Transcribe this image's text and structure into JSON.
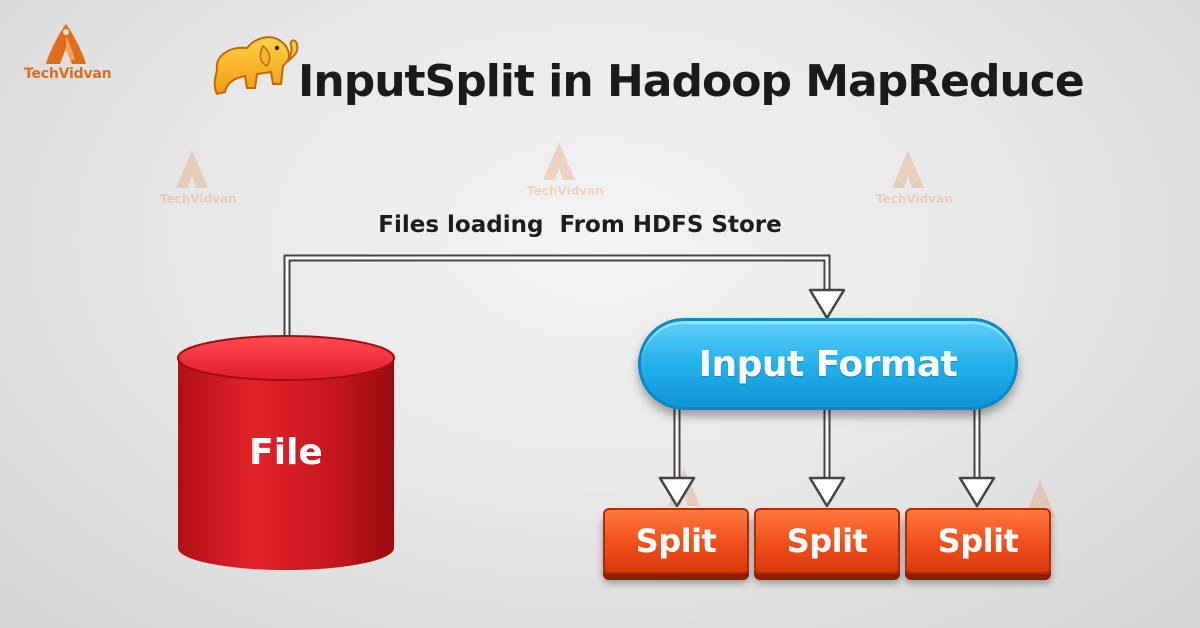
{
  "brand": {
    "name": "TechVidvan",
    "mark_color": "#e06c1c"
  },
  "title": "InputSplit in Hadoop MapReduce",
  "connector": {
    "label": "Files loading  From HDFS Store"
  },
  "storage": {
    "label": "File",
    "color": "#d0191f"
  },
  "input_format": {
    "label": "Input Format",
    "color": "#23b2ec"
  },
  "splits": [
    {
      "label": "Split"
    },
    {
      "label": "Split"
    },
    {
      "label": "Split"
    }
  ],
  "split_color": "#f04e1a",
  "icons": [
    "techvidvan-logo",
    "hadoop-elephant-icon",
    "database-cylinder",
    "arrow-down-icon"
  ]
}
